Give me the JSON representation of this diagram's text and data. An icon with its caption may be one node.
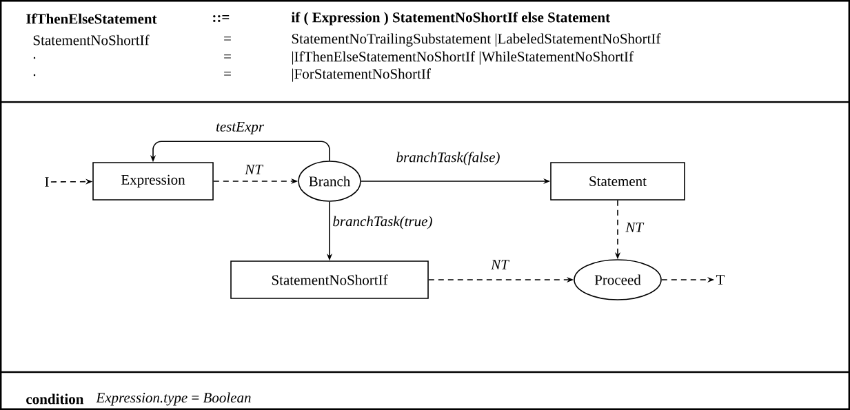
{
  "diagram": {
    "nodes": [
      {
        "text": [
          "I"
        ]
      },
      {
        "text": [
          "Expression"
        ]
      },
      {
        "text": [
          "Branch"
        ]
      },
      {
        "text": [
          "Statement"
        ]
      },
      {
        "text": [
          "StatementNoShortIf"
        ]
      },
      {
        "text": [
          "Proceed"
        ]
      },
      {
        "text": [
          "T"
        ]
      }
    ],
    "edges": [
      {
        "from": 0,
        "to": 1,
        "arrow": "to",
        "style": "dashed"
      },
      {
        "from": 1,
        "to": 2,
        "arrow": "to",
        "style": "dashed",
        "label": "NT"
      },
      {
        "from": 2,
        "to": 1,
        "arrow": "to",
        "label": "testExpr"
      },
      {
        "from": 2,
        "to": 3,
        "arrow": "to",
        "label": "branchTask(false)"
      },
      {
        "from": 2,
        "to": 4,
        "arrow": "to",
        "label": "branchTask(true)"
      },
      {
        "from": 3,
        "to": 5,
        "arrow": "to",
        "style": "dashed",
        "label": "NT"
      },
      {
        "from": 4,
        "to": 5,
        "arrow": "to",
        "style": "dashed",
        "label": "NT"
      },
      {
        "from": 5,
        "to": 6,
        "arrow": "to",
        "style": "dashed"
      }
    ],
    "labels": [
      "IfThenElseStatement",
      "::=",
      "if ( Expression ) StatementNoShortIf else Statement",
      "StatementNoShortIf",
      "=",
      "StatementNoTrailingSubstatement |LabeledStatementNoShortIf",
      ".",
      "=",
      "|IfThenElseStatementNoShortIf |WhileStatementNoShortIf",
      ".",
      "=",
      "|ForStatementNoShortIf",
      "condition",
      "*Expression.type* = *Boolean*"
    ]
  }
}
